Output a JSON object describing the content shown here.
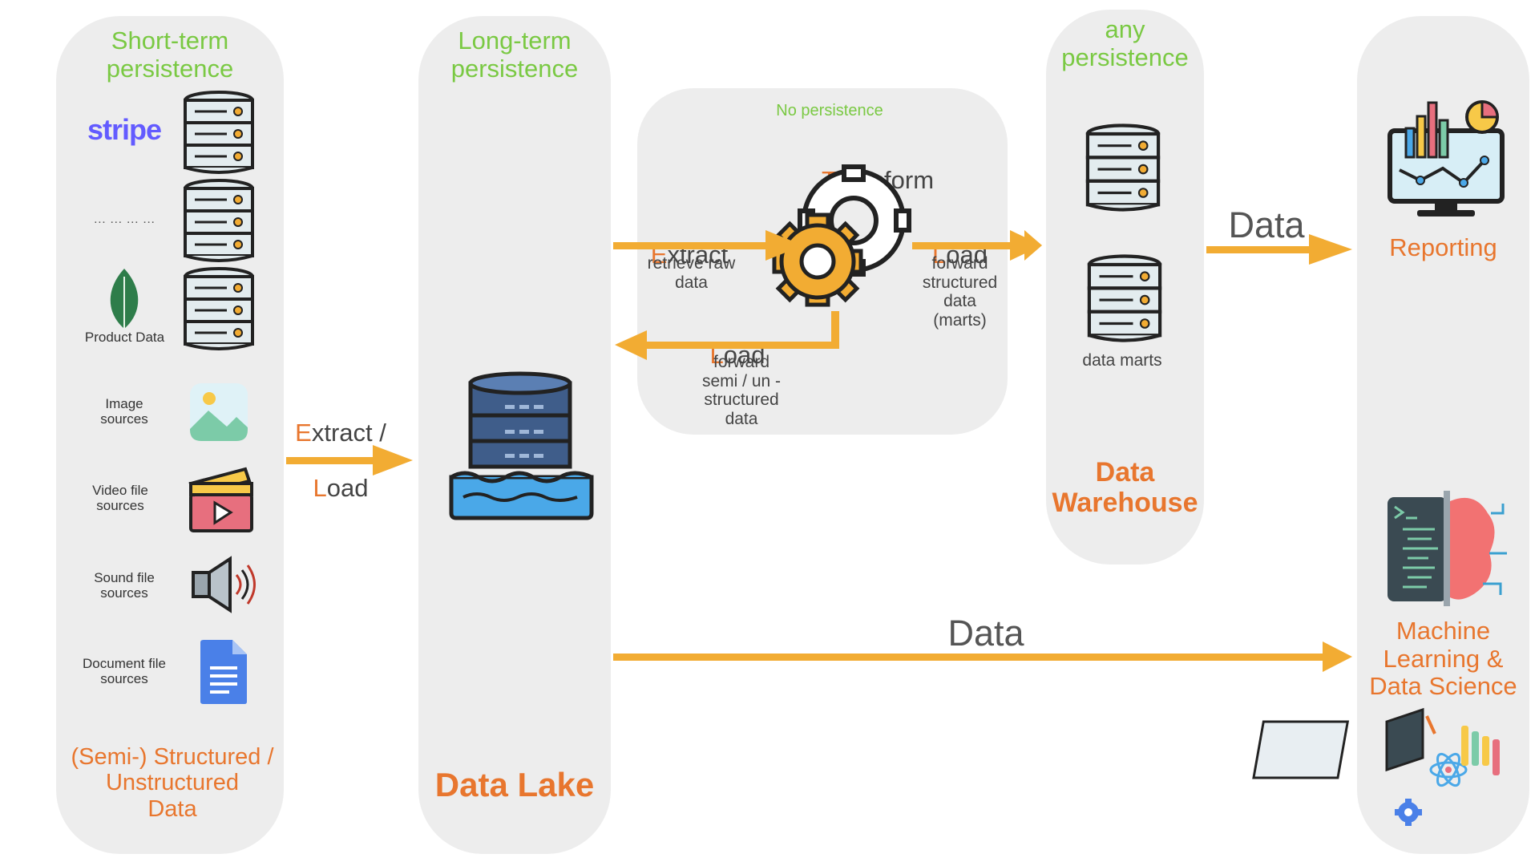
{
  "colors": {
    "arrow": "#f2ac33",
    "orange": "#e8762e",
    "green": "#7ac943",
    "panel": "#ededed",
    "text": "#555555"
  },
  "sources": {
    "header": "Short-term\npersistence",
    "stripe": "stripe",
    "ellipsis": "… … … …",
    "product_label": "Product Data",
    "image_label": "Image\nsources",
    "video_label": "Video file\nsources",
    "sound_label": "Sound file\nsources",
    "document_label": "Document file\nsources",
    "footer": "(Semi-) Structured /\nUnstructured\nData"
  },
  "extract_load": {
    "first_letter": "E",
    "rest": "xtract /",
    "first_letter2": "L",
    "rest2": "oad"
  },
  "lake": {
    "header": "Long-term\npersistence",
    "footer": "Data Lake"
  },
  "etl": {
    "header": "No persistence",
    "transform_first": "T",
    "transform_rest": "ransform",
    "extract_first": "E",
    "extract_rest": "xtract",
    "extract_sub": "retrieve raw\ndata",
    "load_right_first": "L",
    "load_right_rest": "oad",
    "load_right_sub": "forward\nstructured\ndata\n(marts)",
    "load_back_first": "L",
    "load_back_rest": "oad",
    "load_back_sub": "forward\nsemi / un -\nstructured\ndata"
  },
  "warehouse": {
    "header": "any\npersistence",
    "marts_label": "data marts",
    "footer": "Data\nWarehouse"
  },
  "outputs": {
    "data_top": "Data",
    "reporting": "Reporting",
    "data_bottom": "Data",
    "ml": "Machine\nLearning &\nData Science"
  },
  "icons": [
    "database-icon",
    "mongodb-leaf-icon",
    "image-icon",
    "clapperboard-icon",
    "speaker-icon",
    "document-icon",
    "data-lake-icon",
    "gear-icon",
    "monitor-chart-icon",
    "brain-code-icon",
    "science-workstation-icon"
  ]
}
